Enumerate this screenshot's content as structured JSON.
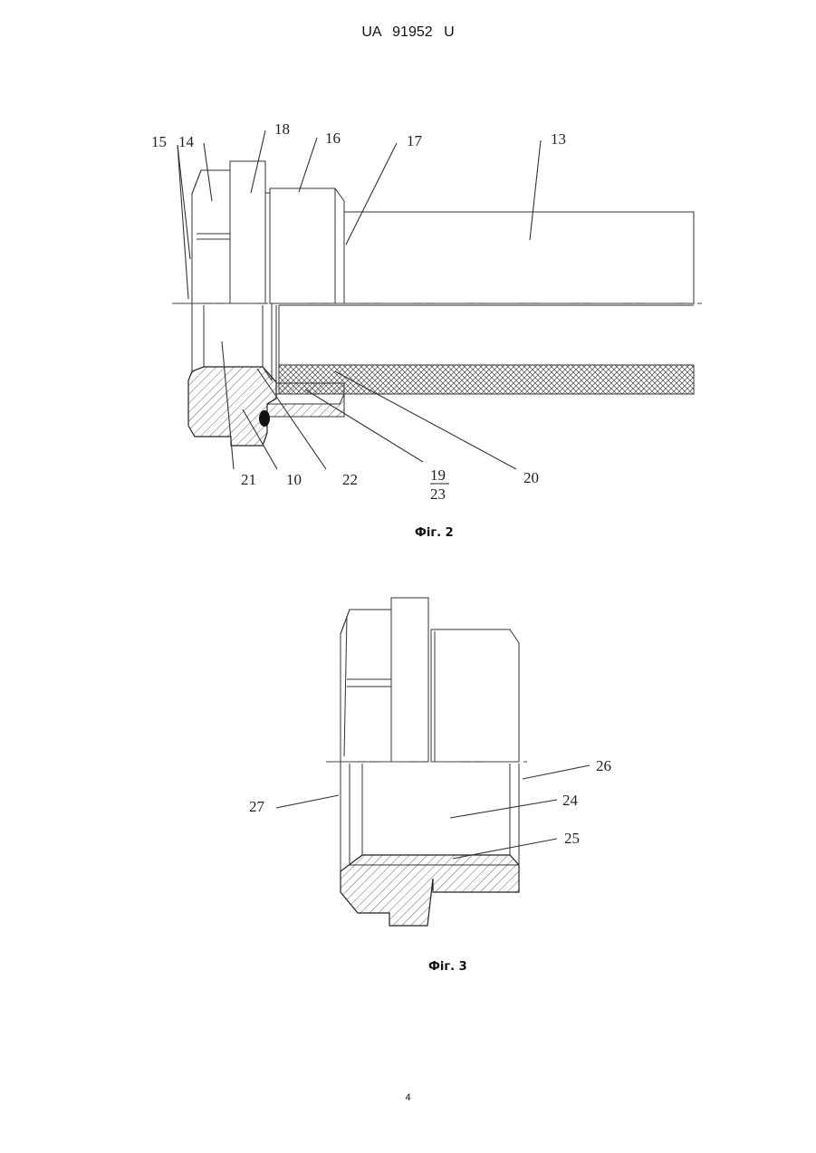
{
  "header": {
    "patent_number": "UA   91952   U"
  },
  "figure2": {
    "caption": "Фіг. 2",
    "labels": {
      "l15": "15",
      "l14": "14",
      "l18": "18",
      "l16": "16",
      "l17": "17",
      "l13": "13",
      "l21": "21",
      "l10": "10",
      "l22": "22",
      "l19": "19",
      "l23": "23",
      "l20": "20"
    }
  },
  "figure3": {
    "caption": "Фіг. 3",
    "labels": {
      "l26": "26",
      "l27": "27",
      "l24": "24",
      "l25": "25"
    }
  },
  "page": {
    "number": "4"
  }
}
